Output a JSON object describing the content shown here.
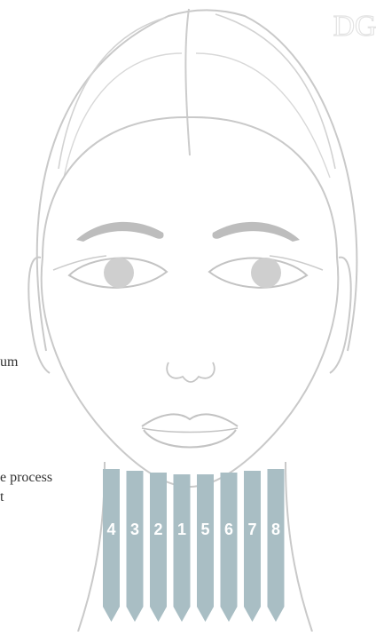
{
  "logo": {
    "text": "DG"
  },
  "captions": {
    "line1": "um",
    "line2": "e process",
    "line3": "t"
  },
  "massage_strips": {
    "order": [
      "4",
      "3",
      "2",
      "1",
      "5",
      "6",
      "7",
      "8"
    ],
    "color": "#a9bec4",
    "arrow_direction": "down"
  },
  "colors": {
    "line": "#c9c9c9",
    "eyebrow": "#b9b9b9",
    "iris": "#cfcfcf",
    "logo": "#e3e3e3"
  }
}
